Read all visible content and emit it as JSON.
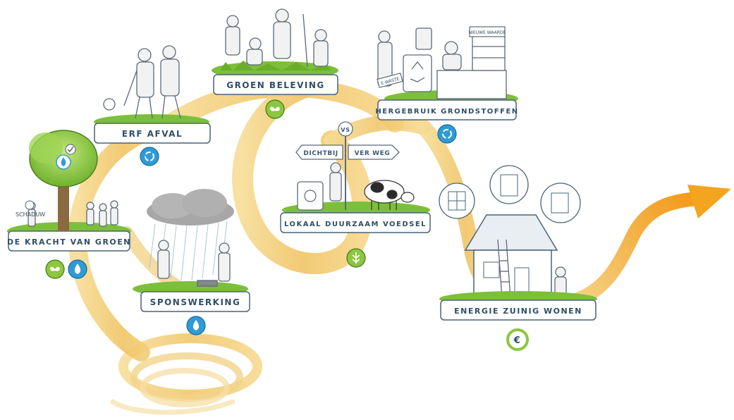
{
  "stations": {
    "kracht": {
      "label": "DE KRACHT VAN GROEN",
      "note": "SCHADUW"
    },
    "erf": {
      "label": "ERF AFVAL"
    },
    "groen": {
      "label": "GROEN BELEVING"
    },
    "hergebruik": {
      "label": "HERGEBRUIK GRONDSTOFFEN",
      "sign": "NIEUWE WAARDE",
      "tag": "E-WASTE"
    },
    "lokaal": {
      "label": "LOKAAL DUURZAAM VOEDSEL",
      "vs": "VS",
      "sign_left": "DICHTBIJ",
      "sign_right": "VER WEG"
    },
    "spons": {
      "label": "SPONSWERKING"
    },
    "energie": {
      "label": "ENERGIE ZUINIG WONEN",
      "icon_text": "€"
    }
  },
  "colors": {
    "path": "#f0c869",
    "path_dark": "#e0a83a",
    "grass": "#7cbf3a",
    "icon_blue": "#2f9bd6",
    "icon_green": "#8dc63f",
    "label_bg": "#ffffff",
    "label_text": "#2f4f66",
    "cloud": "#a7a7a7",
    "arrow": "#f3a51f"
  },
  "icons": [
    "butterfly-icon",
    "water-drop-icon",
    "recycle-icon",
    "wheat-icon",
    "euro-icon"
  ]
}
